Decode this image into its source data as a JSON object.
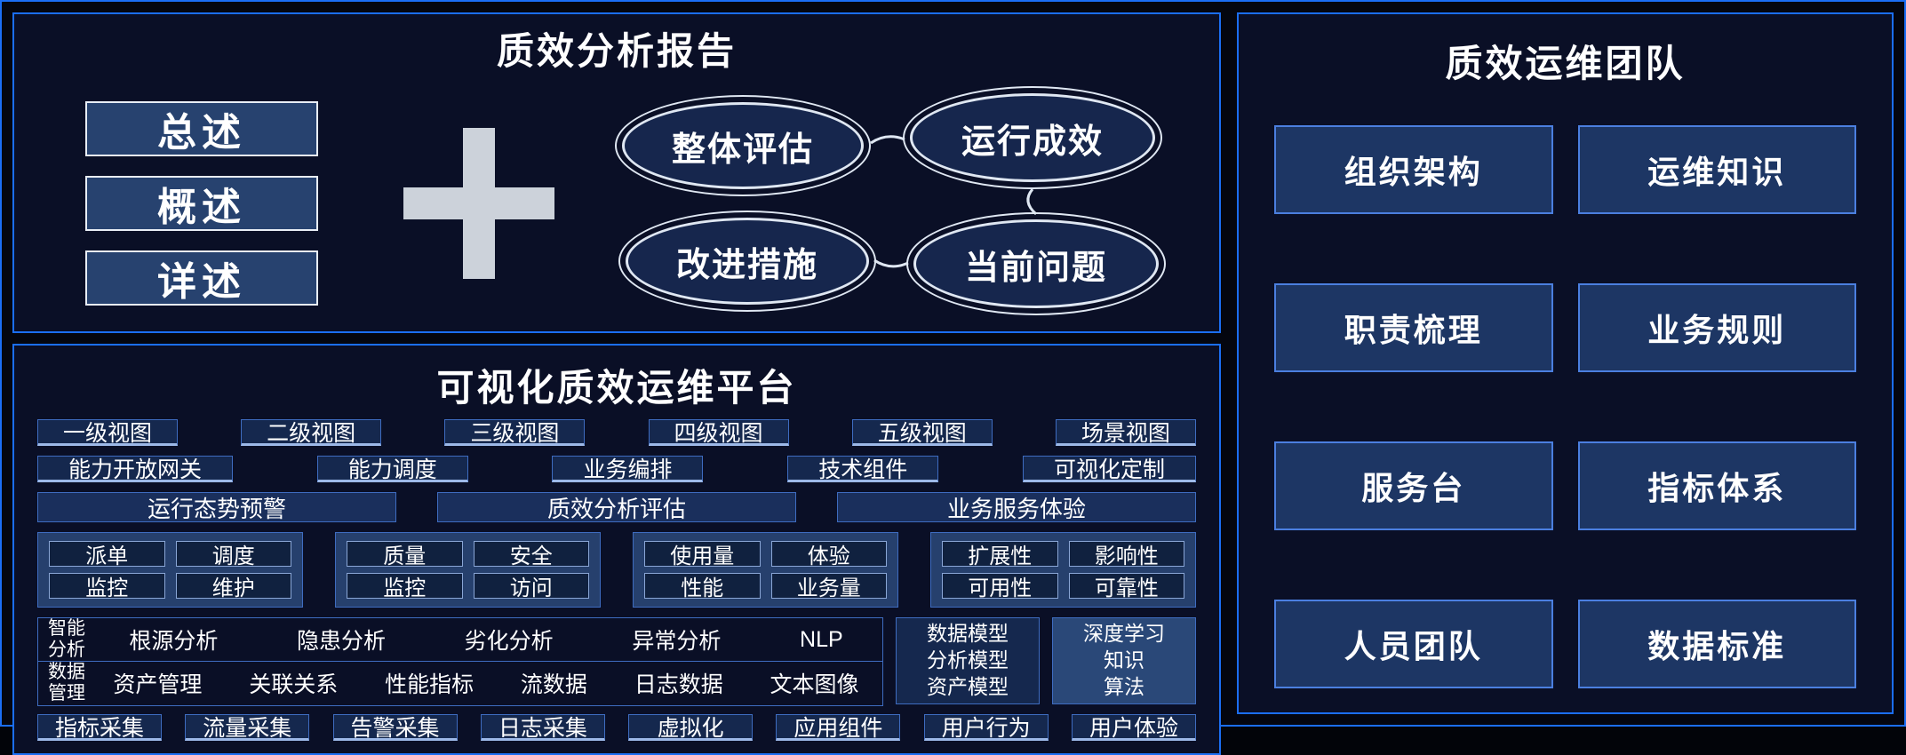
{
  "report": {
    "title": "质效分析报告",
    "summaries": [
      "总述",
      "概述",
      "详述"
    ],
    "nodes": [
      "整体评估",
      "运行成效",
      "改进措施",
      "当前问题"
    ]
  },
  "platform": {
    "title": "可视化质效运维平台",
    "views": [
      "一级视图",
      "二级视图",
      "三级视图",
      "四级视图",
      "五级视图",
      "场景视图"
    ],
    "capabilities": [
      "能力开放网关",
      "能力调度",
      "业务编排",
      "技术组件",
      "可视化定制"
    ],
    "assessments": [
      "运行态势预警",
      "质效分析评估",
      "业务服务体验"
    ],
    "metric_groups": [
      {
        "cells": [
          "派单",
          "调度",
          "监控",
          "维护"
        ]
      },
      {
        "cells": [
          "质量",
          "安全",
          "监控",
          "访问"
        ]
      },
      {
        "cells": [
          "使用量",
          "体验",
          "性能",
          "业务量"
        ]
      },
      {
        "cells": [
          "扩展性",
          "影响性",
          "可用性",
          "可靠性"
        ]
      }
    ],
    "ai": {
      "label": "智能分析",
      "items": [
        "根源分析",
        "隐患分析",
        "劣化分析",
        "异常分析",
        "NLP"
      ]
    },
    "data_mgmt": {
      "label": "数据管理",
      "items": [
        "资产管理",
        "关联关系",
        "性能指标",
        "流数据",
        "日志数据",
        "文本图像"
      ]
    },
    "model_box": {
      "lines": [
        "数据模型",
        "分析模型",
        "资产模型"
      ]
    },
    "learning_box": {
      "lines": [
        "深度学习",
        "知识",
        "算法"
      ]
    },
    "collectors": [
      "指标采集",
      "流量采集",
      "告警采集",
      "日志采集",
      "虚拟化",
      "应用组件",
      "用户行为",
      "用户体验"
    ]
  },
  "team": {
    "title": "质效运维团队",
    "boxes": [
      "组织架构",
      "运维知识",
      "职责梳理",
      "业务规则",
      "服务台",
      "指标体系",
      "人员团队",
      "数据标准"
    ]
  },
  "colors": {
    "panel_border": "#1b6ef3",
    "panel_bg": "#0a0f26",
    "box_fill": "#1d3664",
    "box_border": "#4b7fe0",
    "accent_underline": "#9db9e8",
    "text": "#ffffff"
  }
}
